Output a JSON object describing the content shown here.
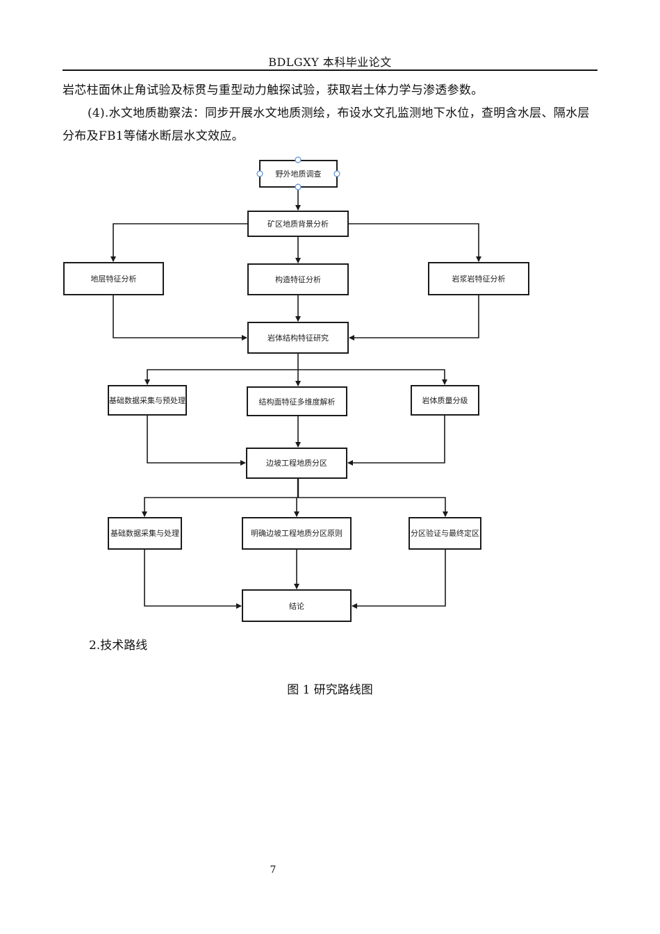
{
  "header": {
    "title": "BDLGXY 本科毕业论文"
  },
  "body": {
    "p1": "岩芯柱面休止角试验及标贯与重型动力触探试验，获取岩土体力学与渗透参数。",
    "p2": "(4).水文地质勘察法：同步开展水文地质测绘，布设水文孔监测地下水位，查明含水层、隔水层分布及FB1等储水断层水文效应。"
  },
  "flowchart": {
    "nodes": {
      "field_survey": "野外地质调查",
      "mine_background": "矿区地质背景分析",
      "stratum": "地层特征分析",
      "structure": "构造特征分析",
      "magmatic": "岩浆岩特征分析",
      "rock_structure": "岩体结构特征研究",
      "data_preprocess": "基础数据采集与预处理",
      "multi_dim": "结构面特征多维度解析",
      "rock_quality": "岩体质量分级",
      "slope_zoning": "边坡工程地质分区",
      "data_process": "基础数据采集与处理",
      "zoning_principles": "明确边坡工程地质分区原则",
      "zoning_verify": "分区验证与最终定区",
      "conclusion": "结论"
    }
  },
  "section": {
    "heading": "2.技术路线"
  },
  "figure": {
    "caption": "图 1 研究路线图"
  },
  "footer": {
    "page_number": "7"
  }
}
